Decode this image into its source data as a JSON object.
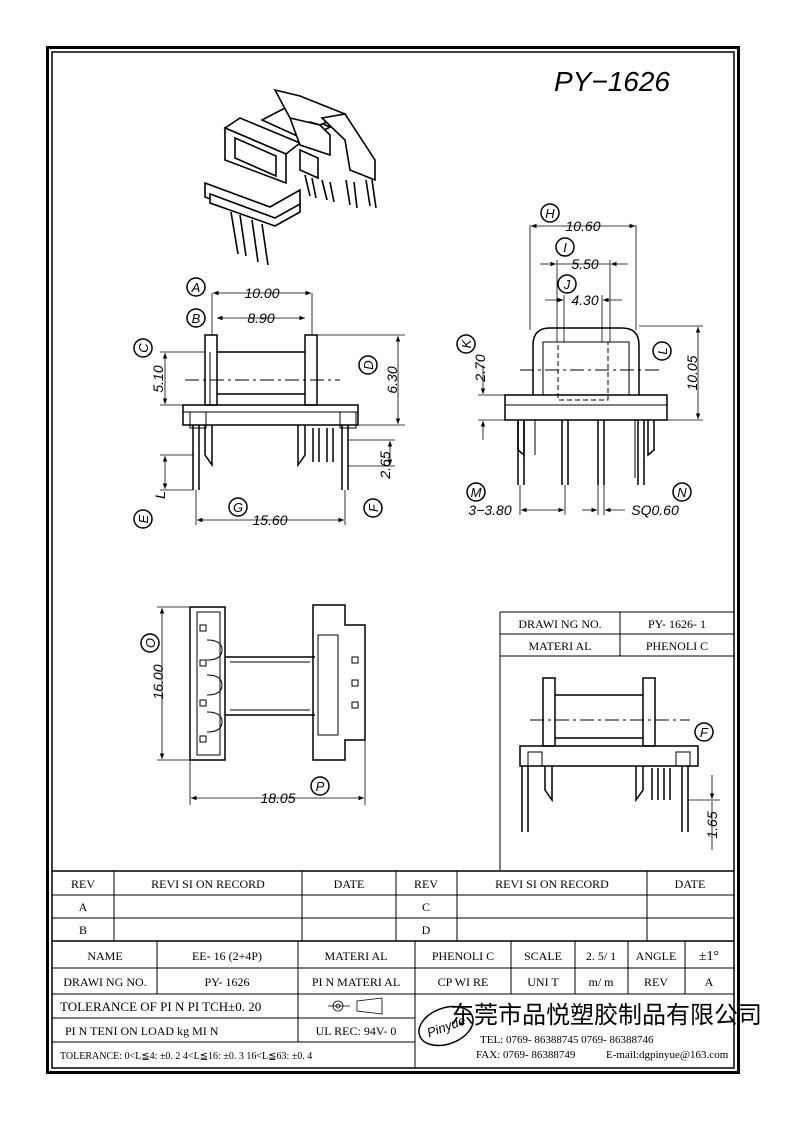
{
  "title": "PY−1626",
  "top_view": {
    "dim_a_label": "A",
    "dim_a": "10.00",
    "dim_b_label": "B",
    "dim_b": "8.90",
    "dim_c_label": "C",
    "dim_c": "5.10",
    "dim_d_label": "D",
    "dim_d": "6.30",
    "dim_e_label": "E",
    "dim_l_label": "L",
    "dim_g_label": "G",
    "dim_g": "15.60",
    "dim_f_label": "F",
    "dim_f": "2.65"
  },
  "side_view": {
    "dim_h_label": "H",
    "dim_h": "10.60",
    "dim_i_label": "I",
    "dim_i": "5.50",
    "dim_j_label": "J",
    "dim_j": "4.30",
    "dim_k_label": "K",
    "dim_k": "2.70",
    "dim_l_label": "L",
    "dim_l": "10.05",
    "dim_m_label": "M",
    "dim_m": "3−3.80",
    "dim_n_label": "N",
    "dim_n": "SQ0.60"
  },
  "bottom_view": {
    "dim_o_label": "O",
    "dim_o": "16.00",
    "dim_p_label": "P",
    "dim_p": "18.05"
  },
  "detail_box": {
    "drawing_no_label": "DRAWI NG NO.",
    "drawing_no": "PY- 1626- 1",
    "material_label": "MATERI AL",
    "material": "PHENOLI C",
    "dim_f_label": "F",
    "dim_f": "1.65"
  },
  "revision_table": {
    "headers": [
      "REV",
      "REVI SI ON RECORD",
      "DATE",
      "REV",
      "REVI SI ON RECORD",
      "DATE"
    ],
    "rows": [
      [
        "A",
        "",
        "",
        "C",
        "",
        ""
      ],
      [
        "B",
        "",
        "",
        "D",
        "",
        ""
      ]
    ]
  },
  "title_block": {
    "name_label": "NAME",
    "name": "EE- 16 (2+4P)",
    "material_label": "MATERI AL",
    "material": "PHENOLI C",
    "scale_label": "SCALE",
    "scale": "2. 5/ 1",
    "angle_label": "ANGLE",
    "angle": "±1°",
    "drawing_no_label": "DRAWI NG NO.",
    "drawing_no": "PY- 1626",
    "pin_material_label": "PI N MATERI AL",
    "cp_wire": "CP WI RE",
    "unit_label": "UNI T",
    "unit": "m/ m",
    "rev_label": "REV",
    "rev": "A",
    "tolerance_pitch": "TOLERANCE OF PI N PI TCH±0. 20",
    "pin_load": "PI N TENI ON LOAD      kg MI N",
    "ul": "UL REC: 94V- 0",
    "tolerance_general": "TOLERANCE: 0<L≦4: ±0. 2   4<L≦16: ±0. 3   16<L≦63: ±0. 4",
    "company": "东莞市品悦塑胶制品有限公司",
    "logo_text": "Pinyue",
    "tel": "TEL: 0769- 86388745      0769- 86388746",
    "fax": "FAX: 0769- 86388749",
    "email": "E-mail:dgpinyue@163.com"
  }
}
